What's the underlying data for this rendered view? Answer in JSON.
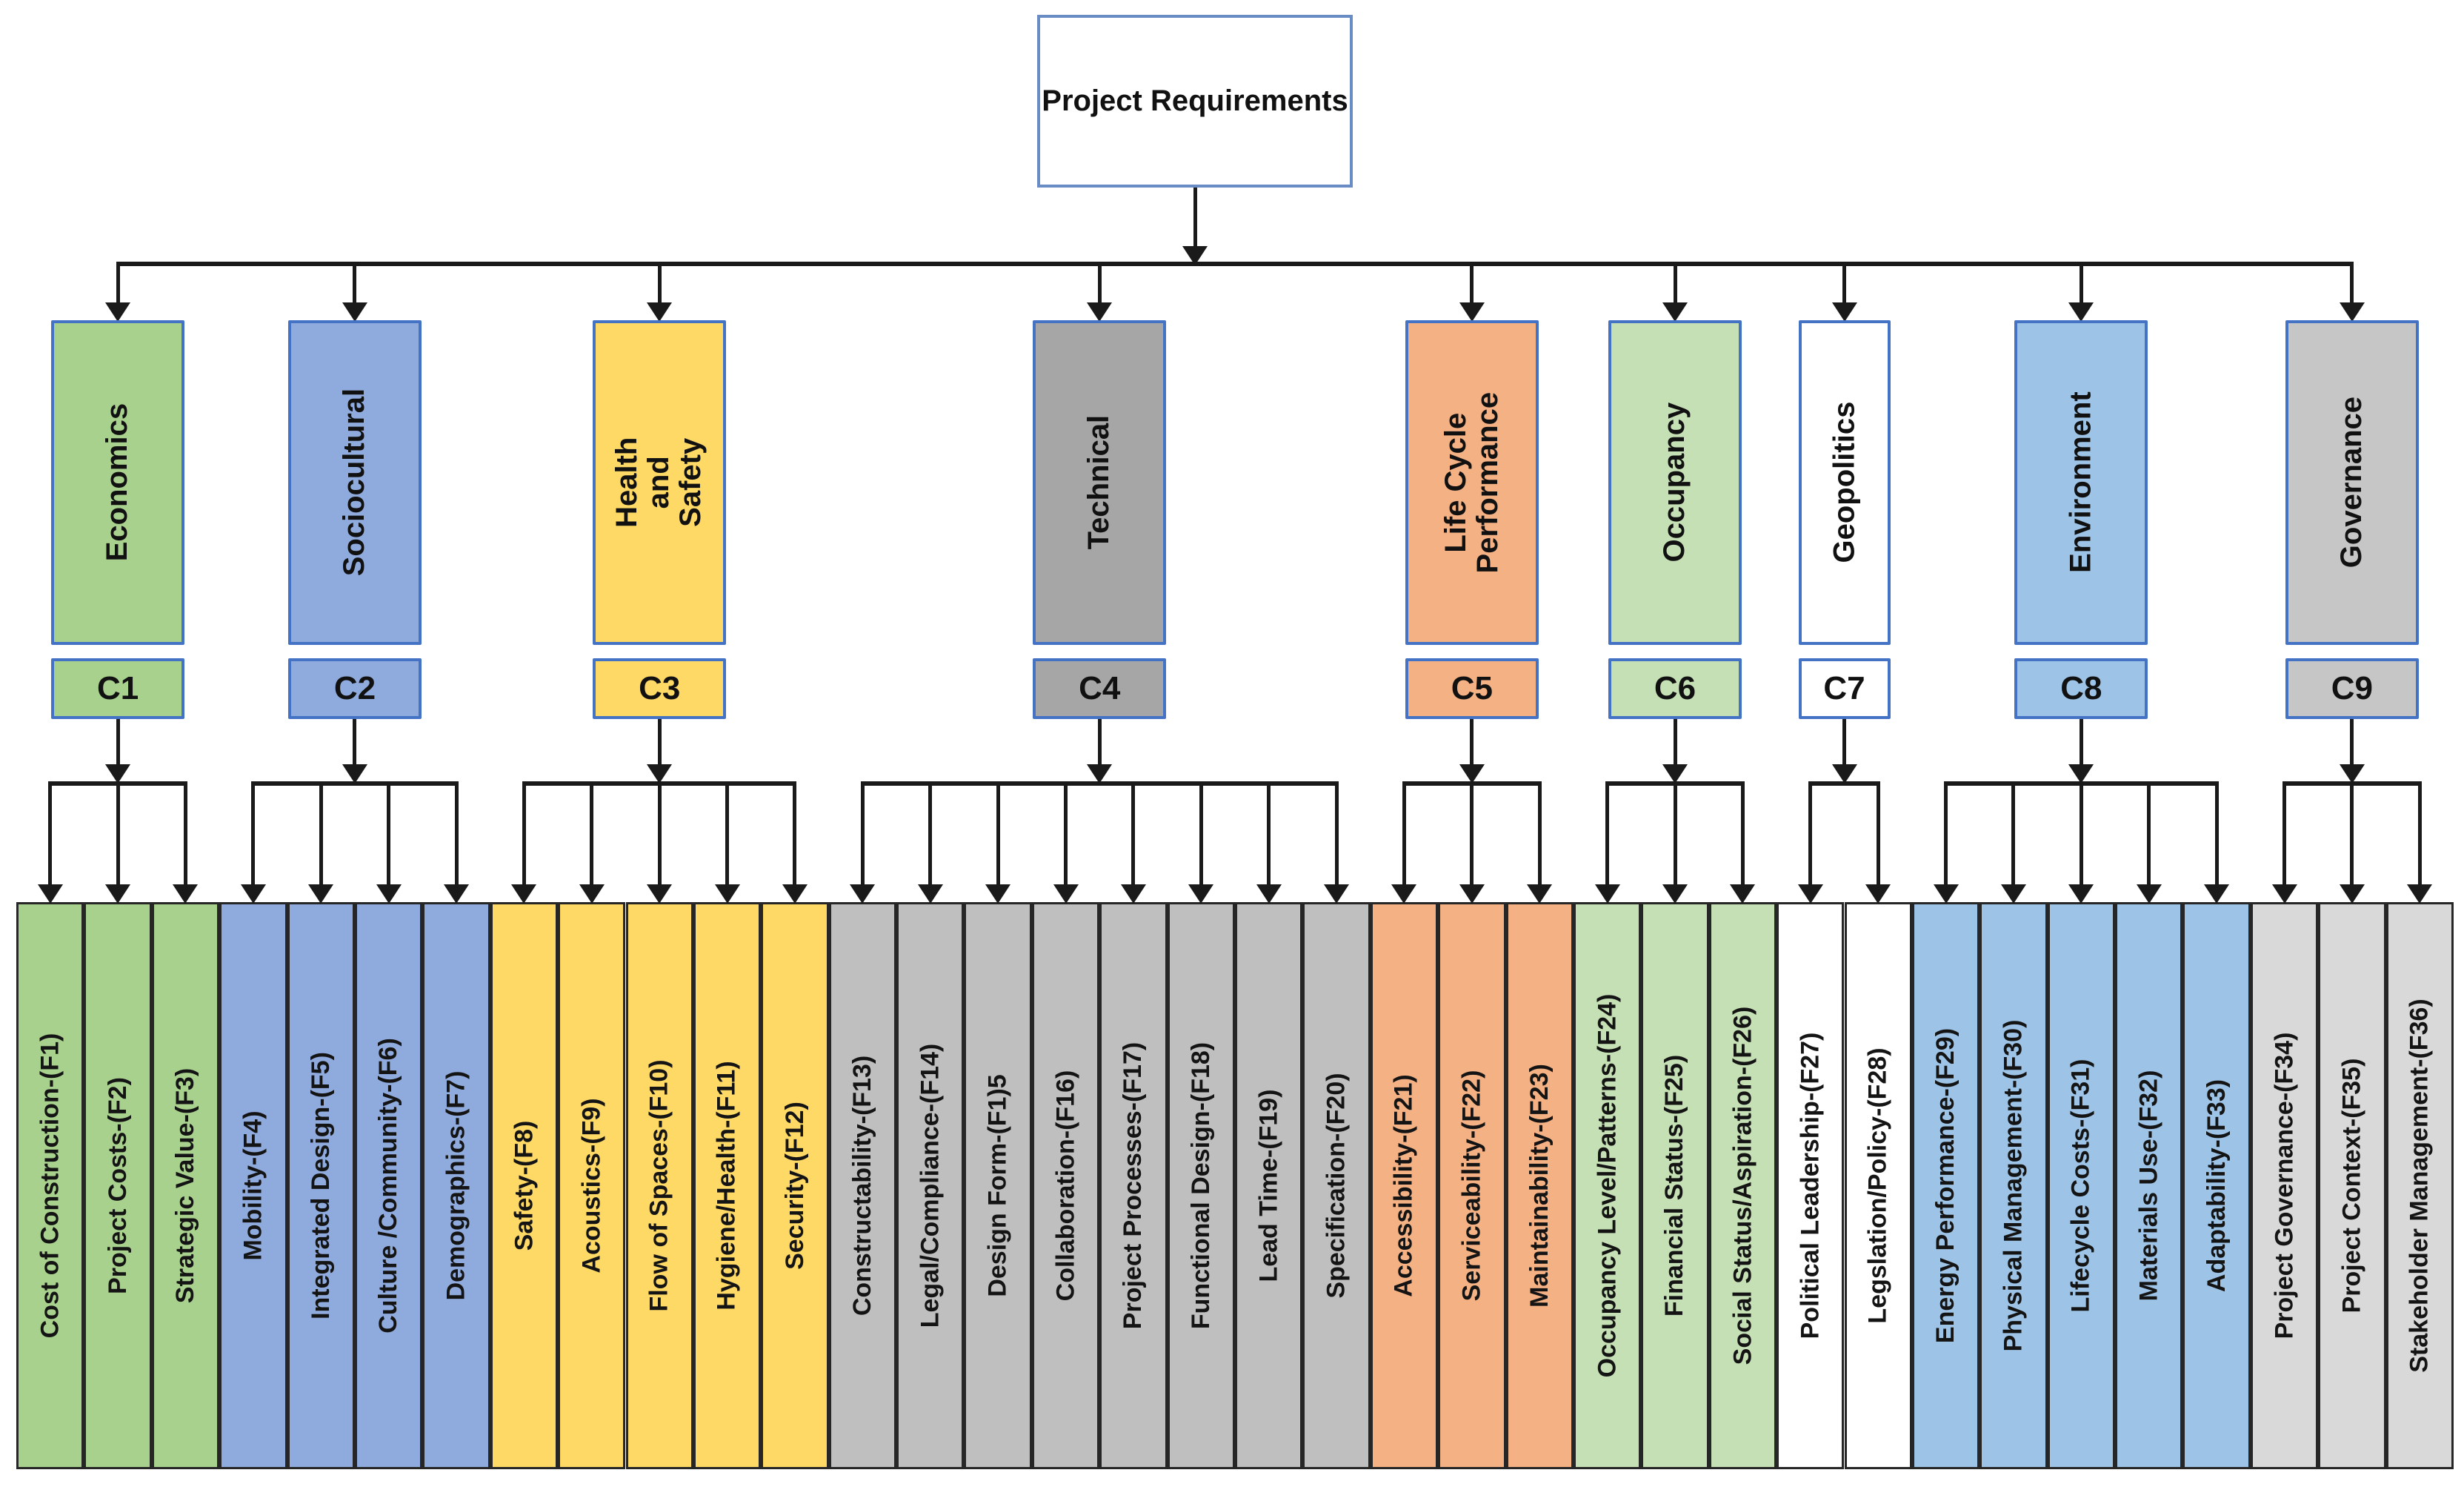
{
  "diagram": {
    "root_label": "Project Requirements",
    "accent_border_color": "#4472C4",
    "line_color": "#1a1a1a",
    "groups": [
      {
        "code": "C1",
        "label": "Economics",
        "color": "#A9D18E",
        "leaf_color": "#A9D18E",
        "leaves": [
          "Cost of Construction-(F1)",
          "Project Costs-(F2)",
          "Strategic Value-(F3)"
        ]
      },
      {
        "code": "C2",
        "label": "Sociocultural",
        "color": "#8FAADC",
        "leaf_color": "#8FAADC",
        "leaves": [
          "Mobility-(F4)",
          "Integrated Design-(F5)",
          "Culture /Community-(F6)",
          "Demographics-(F7)"
        ]
      },
      {
        "code": "C3",
        "label": "Health and Safety",
        "color": "#FFD966",
        "leaf_color": "#FFD966",
        "leaves": [
          "Safety-(F8)",
          "Acoustics-(F9)",
          "Flow of Spaces-(F10)",
          "Hygiene/Health-(F11)",
          "Security-(F12)"
        ]
      },
      {
        "code": "C4",
        "label": "Technical",
        "color": "#A6A6A6",
        "leaf_color": "#BFBFBF",
        "leaves": [
          "Constructability-(F13)",
          "Legal/Compliance-(F14)",
          "Design Form-(F1)5",
          "Collaboration-(F16)",
          "Project Processes-(F17)",
          "Functional Design-(F18)",
          "Lead Time-(F19)",
          "Specification-(F20)"
        ]
      },
      {
        "code": "C5",
        "label": "Life Cycle Performance",
        "color": "#F4B183",
        "leaf_color": "#F4B183",
        "leaves": [
          "Accessibility-(F21)",
          "Serviceability-(F22)",
          "Maintainability-(F23)"
        ]
      },
      {
        "code": "C6",
        "label": "Occupancy",
        "color": "#C5E0B4",
        "leaf_color": "#C5E0B4",
        "leaves": [
          "Occupancy Level/Patterns-(F24)",
          "Financial Status-(F25)",
          "Social Status/Aspiration-(F26)"
        ]
      },
      {
        "code": "C7",
        "label": "Geopolitics",
        "color": "#FFFFFF",
        "leaf_color": "#FFFFFF",
        "leaves": [
          "Political Leadership-(F27)",
          "Legslation/Policy-(F28)"
        ]
      },
      {
        "code": "C8",
        "label": "Environment",
        "color": "#9DC3E6",
        "leaf_color": "#9DC3E6",
        "leaves": [
          "Energy Performance-(F29)",
          "Physical Management-(F30)",
          "Lifecycle Costs-(F31)",
          "Materials Use-(F32)",
          "Adaptability-(F33)"
        ]
      },
      {
        "code": "C9",
        "label": "Governance",
        "color": "#C6C6C6",
        "leaf_color": "#D9D9D9",
        "leaves": [
          "Project Governance-(F34)",
          "Project Context-(F35)",
          "Stakeholder Management-(F36)"
        ]
      }
    ]
  }
}
